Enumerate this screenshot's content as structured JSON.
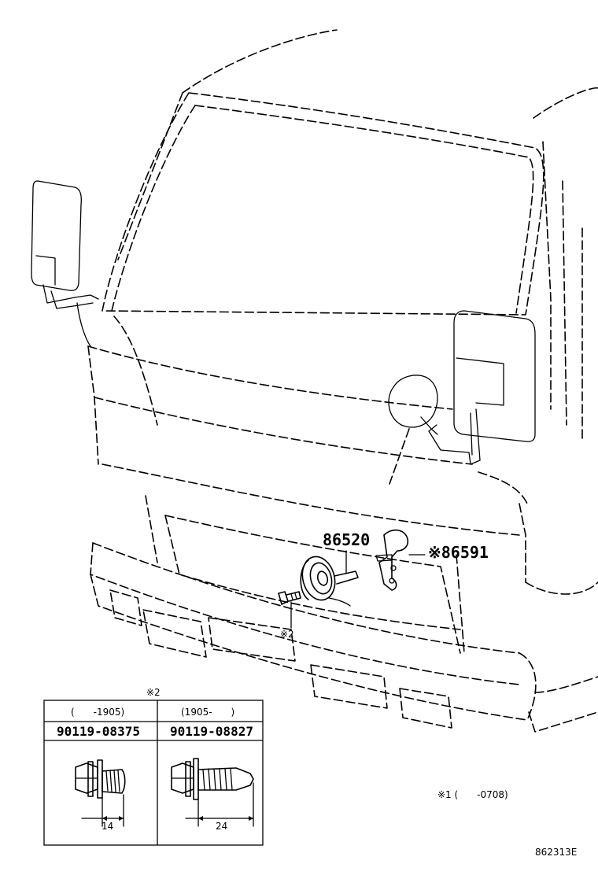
{
  "callouts": {
    "horn_part": "86520",
    "bracket_part": "※86591",
    "bolt_ref": "※2"
  },
  "detail_table": {
    "title": "※2",
    "columns": [
      {
        "range": "(　　-1905)",
        "part_no": "90119-08375",
        "length": "14"
      },
      {
        "range": "(1905-　　)",
        "part_no": "90119-08827",
        "length": "24"
      }
    ]
  },
  "footnote": "※1 (　　-0708)",
  "figure_id": "862313E"
}
